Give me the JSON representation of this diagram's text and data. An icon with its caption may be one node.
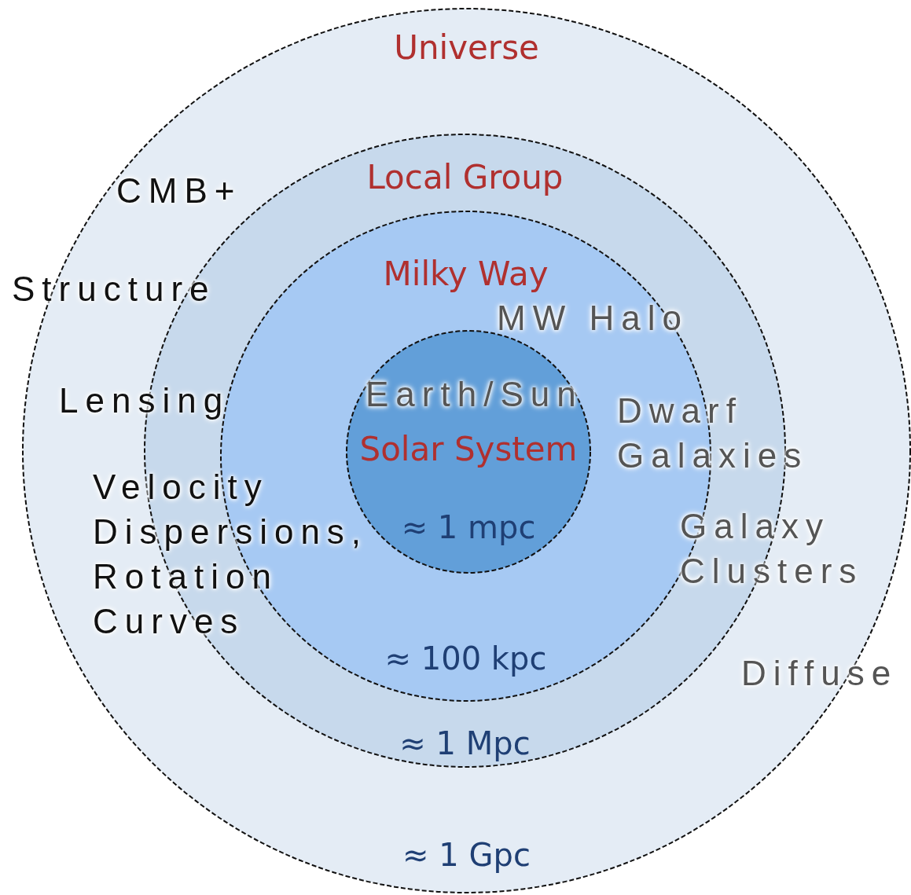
{
  "diagram": {
    "nodes": [
      {
        "text": [
          "Universe",
          "≈ 1 Gpc"
        ]
      },
      {
        "text": [
          "Local Group",
          "≈ 1 Mpc"
        ],
        "in": 0
      },
      {
        "text": [
          "Milky Way",
          "≈ 100 kpc"
        ],
        "in": 1
      },
      {
        "text": [
          "Solar System",
          "≈ 1 mpc"
        ],
        "in": 2
      }
    ],
    "labels": [
      "CMB+",
      "Structure",
      "MW Halo",
      "Lensing",
      "Earth/Sun",
      "Dwarf Galaxies",
      "Velocity Dispersions, Rotation Curves",
      "Galaxy Clusters",
      "Diffuse"
    ]
  }
}
